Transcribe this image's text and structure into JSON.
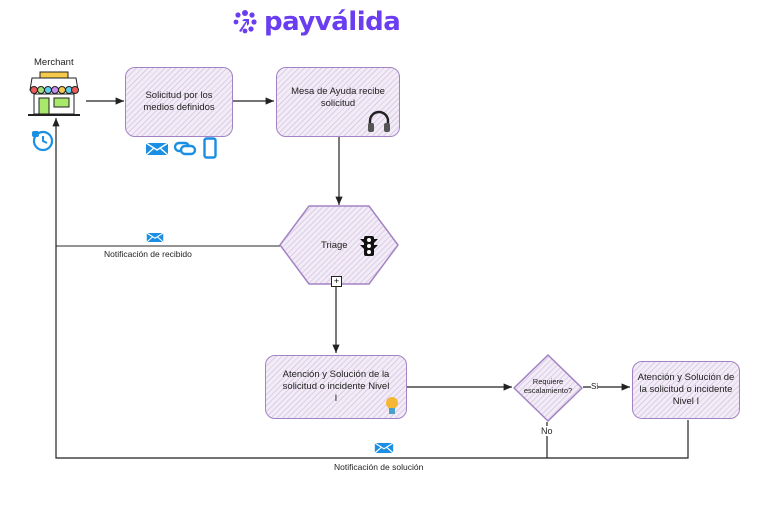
{
  "logo": {
    "text": "payválida",
    "color": "#6a3df0"
  },
  "actors": {
    "merchant_label": "Merchant"
  },
  "nodes": {
    "solicitud": "Solicitud por los medios definidos",
    "mesa": "Mesa de Ayuda recibe solicitud",
    "triage": "Triage",
    "atencion1": "Atención y Solución de la solicitud o incidente Nivel I",
    "decision": "Requiere escalamiento?",
    "atencion2": "Atención y Solución de la solicitud o incidente Nivel I"
  },
  "edges": {
    "si": "Si",
    "no": "No",
    "notif_recibido": "Notificación de recibido",
    "notif_solucion": "Notificación de solución"
  },
  "icons": [
    "shop-icon",
    "history-icon",
    "email-icon",
    "chat-icon",
    "mobile-icon",
    "headset-icon",
    "traffic-light-icon",
    "lightbulb-icon",
    "expand-icon"
  ],
  "colors": {
    "node_border": "#a383c3",
    "icon_blue": "#1a8fe3"
  }
}
